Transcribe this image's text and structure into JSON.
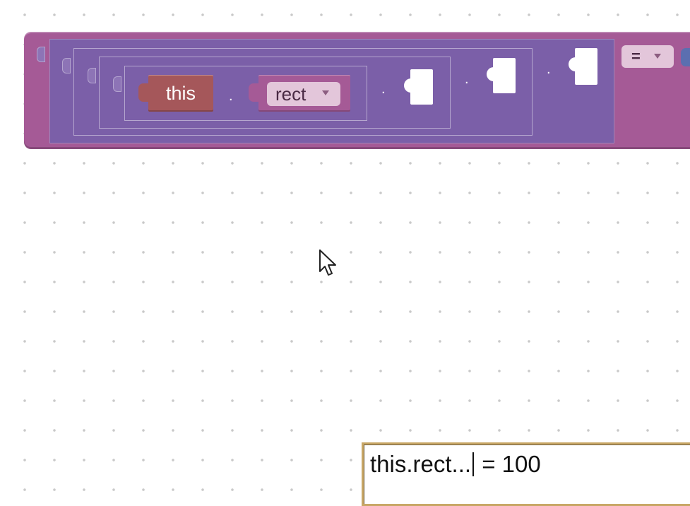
{
  "blocks": {
    "this_label": "this",
    "property_label": "rect",
    "separator": ".",
    "operator": "="
  },
  "code_preview": {
    "before_cursor": "this.rect...",
    "after_cursor": " = 100"
  },
  "colors": {
    "assignment_block": "#a55a96",
    "member_block": "#7b5fa8",
    "this_block": "#a5575a",
    "dropdown": "#e3c6da",
    "value_plug": "#5b6fb0"
  },
  "icons": {
    "dropdown_caret": "chevron-down-icon",
    "cursor": "mouse-pointer-icon"
  }
}
